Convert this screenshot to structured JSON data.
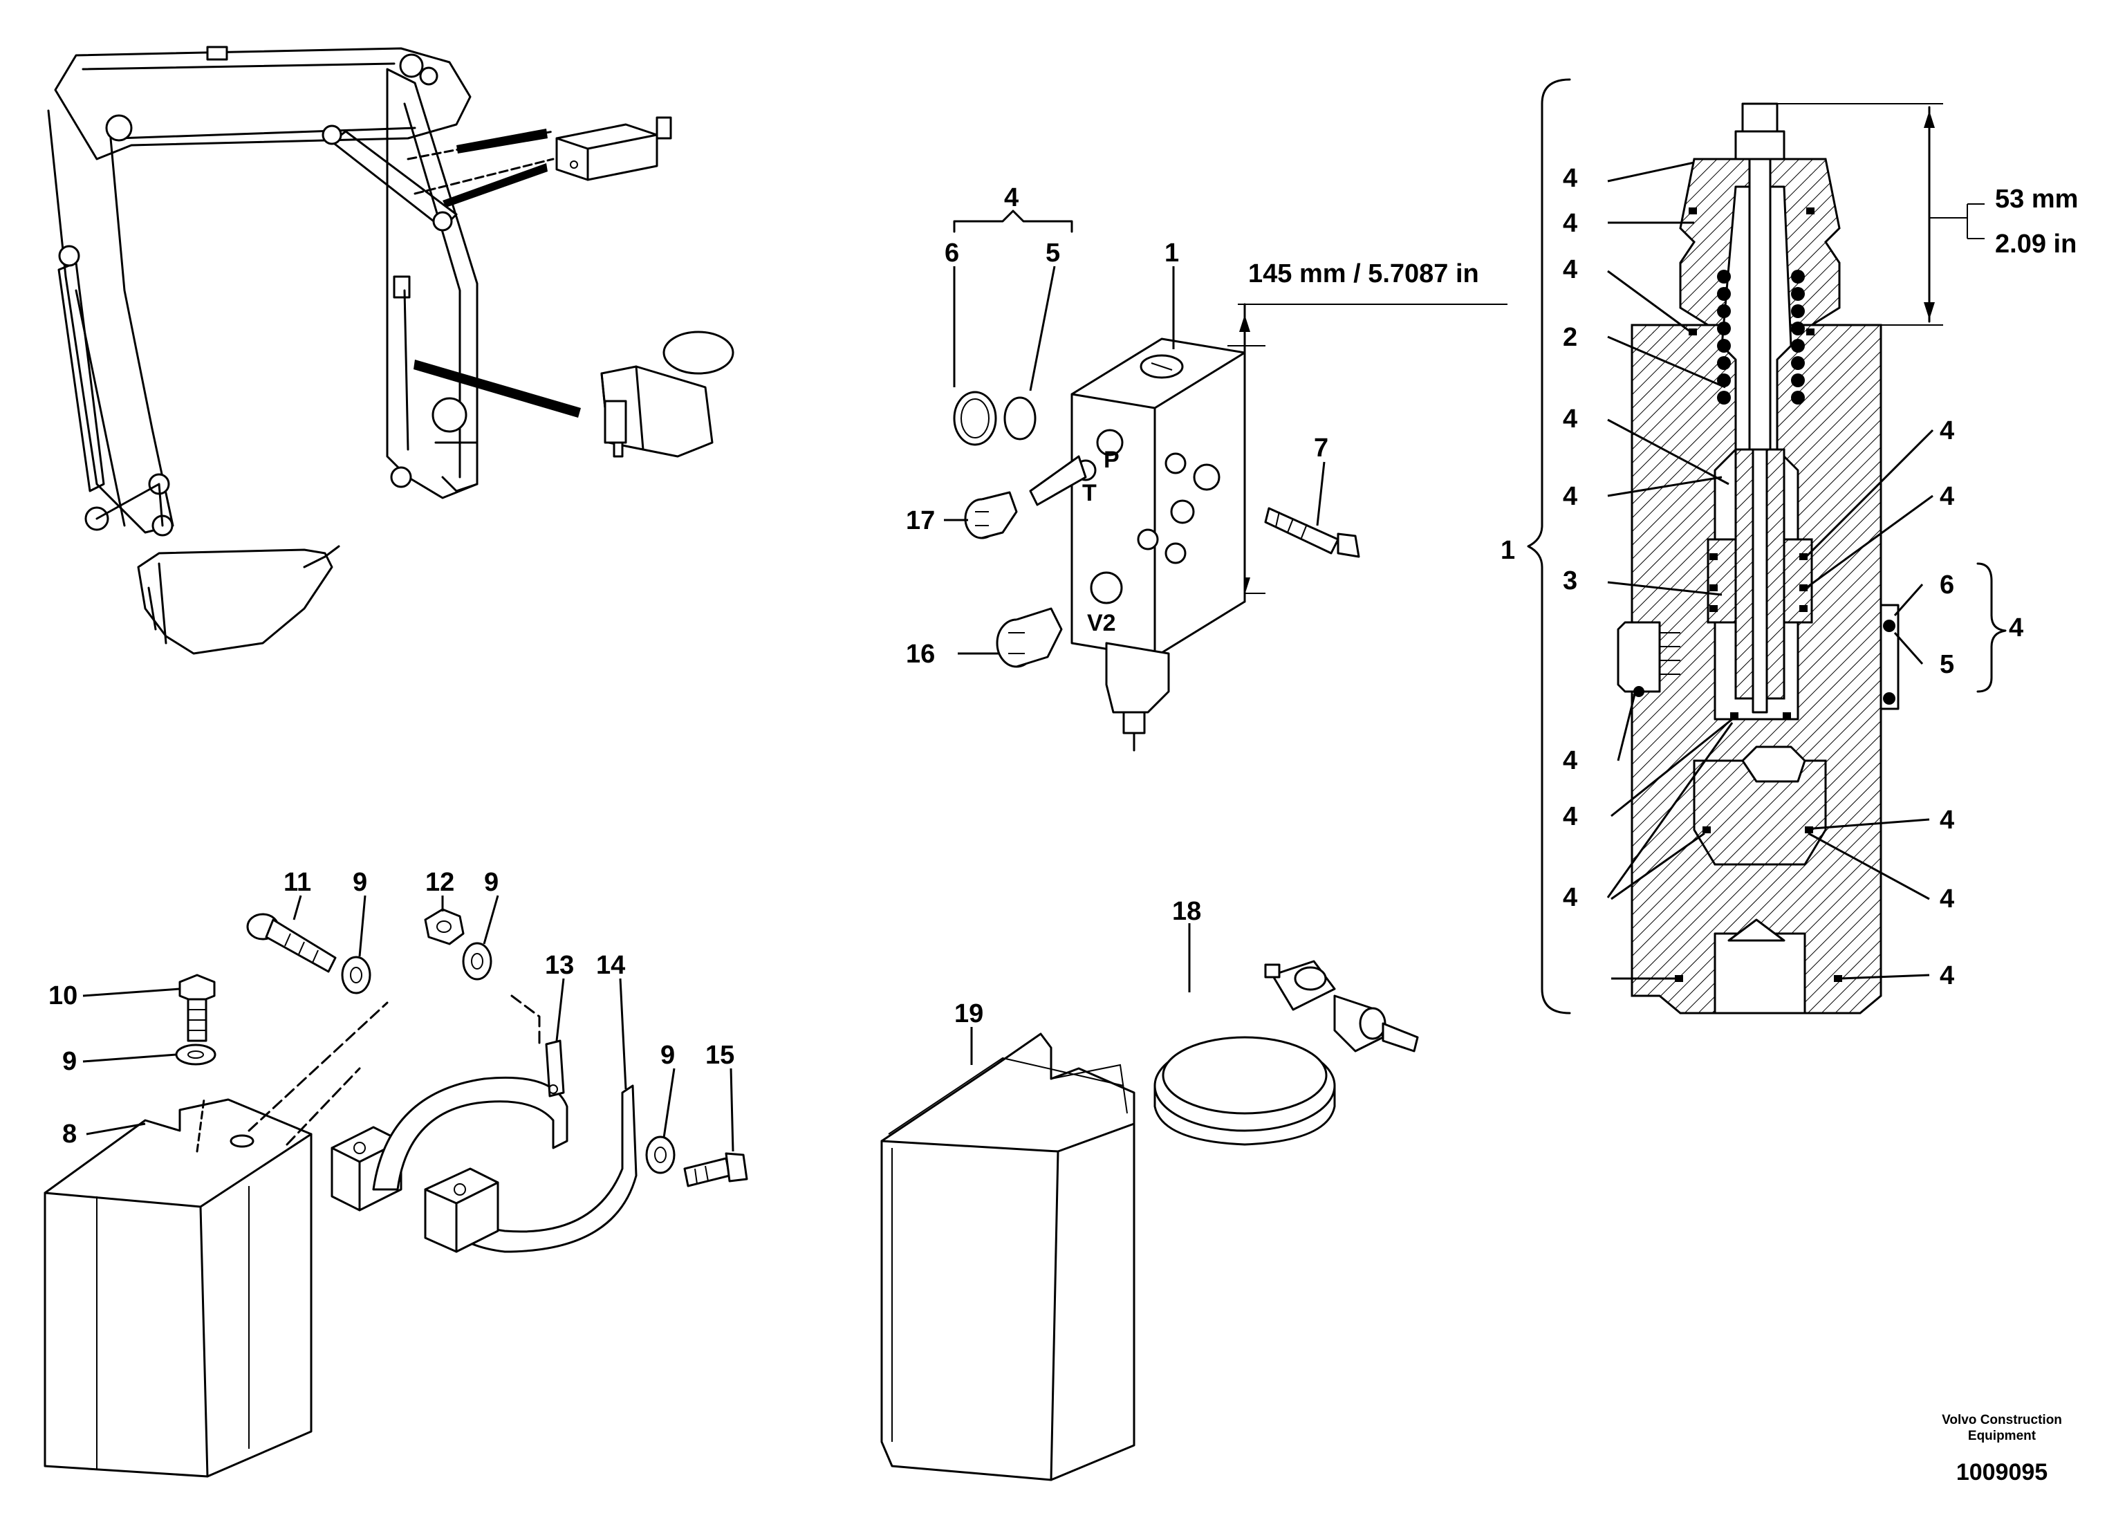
{
  "labels": {
    "part_1_top": "1",
    "part_1_section": "1",
    "part_2": "2",
    "part_3": "3",
    "part_4": "4",
    "part_5_kit": "5",
    "part_6_kit": "6",
    "part_5_section": "5",
    "part_6_section": "6",
    "part_7": "7",
    "part_8": "8",
    "part_9": "9",
    "part_10": "10",
    "part_11": "11",
    "part_12": "12",
    "part_13": "13",
    "part_14": "14",
    "part_15": "15",
    "part_16": "16",
    "part_17": "17",
    "part_18": "18",
    "part_19": "19"
  },
  "dimensions": {
    "block_length": "145 mm / 5.7087 in",
    "stroke_mm": "53 mm",
    "stroke_in": "2.09 in"
  },
  "ports": {
    "p": "P",
    "t": "T",
    "v2": "V2"
  },
  "footer": {
    "brand_line1": "Volvo Construction",
    "brand_line2": "Equipment",
    "drawing_number": "1009095"
  }
}
